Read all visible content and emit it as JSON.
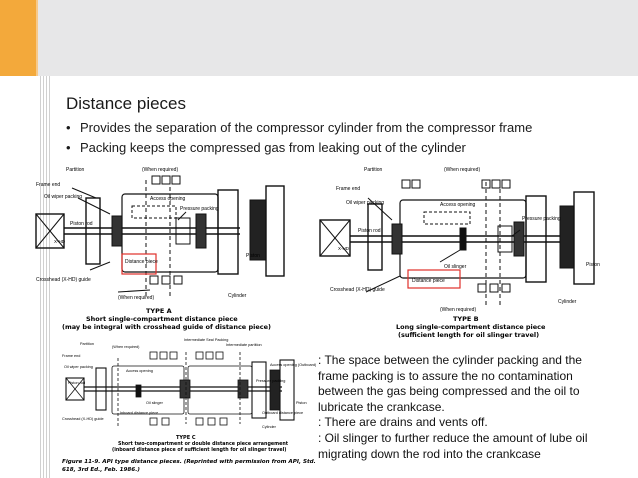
{
  "slide": {
    "title": "Distance pieces",
    "bullets": [
      "Provides the separation of the compressor cylinder from the compressor frame",
      "Packing keeps the compressed gas from leaking out of the cylinder"
    ]
  },
  "figure_a": {
    "labels": {
      "partition": "Partition",
      "when_required_top": "(When required)",
      "frame_end": "Frame end",
      "oil_wiper_packing": "Oil wiper packing",
      "access_opening": "Access opening",
      "pressure_packing": "Pressure packing",
      "piston_rod": "Piston rod",
      "crosshead": "X-HD",
      "distance_piece": "Distance piece",
      "piston": "Piston",
      "crosshead_guide": "Crosshead (X-HD) guide",
      "cylinder": "Cylinder",
      "when_required_bottom": "(When required)"
    },
    "caption_type": "TYPE A",
    "caption_line1": "Short single-compartment distance piece",
    "caption_line2": "(may be integral with crosshead guide of distance piece)"
  },
  "figure_b": {
    "labels": {
      "partition": "Partition",
      "when_required_top": "(When required)",
      "frame_end": "Frame end",
      "oil_wiper_packing": "Oil wiper packing",
      "access_opening": "Access opening",
      "pressure_packing": "Pressure packing",
      "piston_rod": "Piston rod",
      "crosshead": "X-HD",
      "oil_slinger": "Oil slinger",
      "distance_piece": "Distance piece",
      "piston": "Piston",
      "crosshead_guide": "Crosshead (X-HD) guide",
      "cylinder": "Cylinder",
      "when_required_bottom": "(When required)"
    },
    "caption_type": "TYPE B",
    "caption_line1": "Long single-compartment distance piece",
    "caption_line2": "(sufficient length for oil slinger travel)"
  },
  "figure_c": {
    "labels": {
      "intermediate_seal_packing": "Intermediate Seal Packing",
      "partition": "Partition",
      "when_required": "(When required)",
      "intermediate_partition": "Intermediate partition",
      "frame_end": "Frame end",
      "oil_wiper_packing": "Oil wiper packing",
      "access_opening_left": "Access opening",
      "access_opening_right": "Access opening (Outboard)",
      "pressure_packing": "Pressure packing",
      "piston_rod": "Piston rod",
      "oil_slinger": "Oil slinger",
      "piston": "Piston",
      "crosshead_guide": "Crosshead (X-HD) guide",
      "inboard_distance_piece": "Inboard distance piece",
      "outboard_distance_piece": "Outboard distance piece",
      "cylinder": "Cylinder"
    },
    "caption_type": "TYPE C",
    "caption_line1": "Short two-compartment or double distance piece arrangement",
    "caption_line2": "(inboard distance piece of sufficient length for oil slinger travel)"
  },
  "figure_caption": {
    "line1": "Figure 11-9. API type distance pieces. (Reprinted with permission from API, Std.",
    "line2": "618, 3rd Ed., Feb. 1986.)"
  },
  "notes": [
    ": The space between the cylinder packing and the",
    "frame packing is to assure the no contamination",
    "between the gas being compressed and the oil to",
    "lubricate the crankcase.",
    ": There are drains and vents off.",
    ": Oil slinger to further reduce the amount of lube oil",
    "migrating down the rod into the crankcase"
  ],
  "colors": {
    "accent": "#f3a93b",
    "header": "#e7e7e8",
    "highlight": "#e0302a"
  }
}
